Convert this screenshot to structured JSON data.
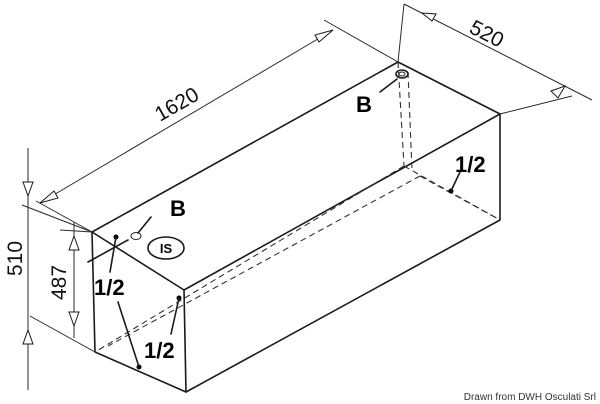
{
  "dimensions": {
    "length": "1620",
    "width": "520",
    "height_total": "510",
    "height_inner": "487"
  },
  "callouts": {
    "b_top": "B",
    "b_front": "B",
    "half_right": "1/2",
    "half_left": "1/2",
    "half_bottom": "1/2"
  },
  "badge": {
    "label": "IS"
  },
  "credit": "Drawn from DWH Osculati Srl"
}
